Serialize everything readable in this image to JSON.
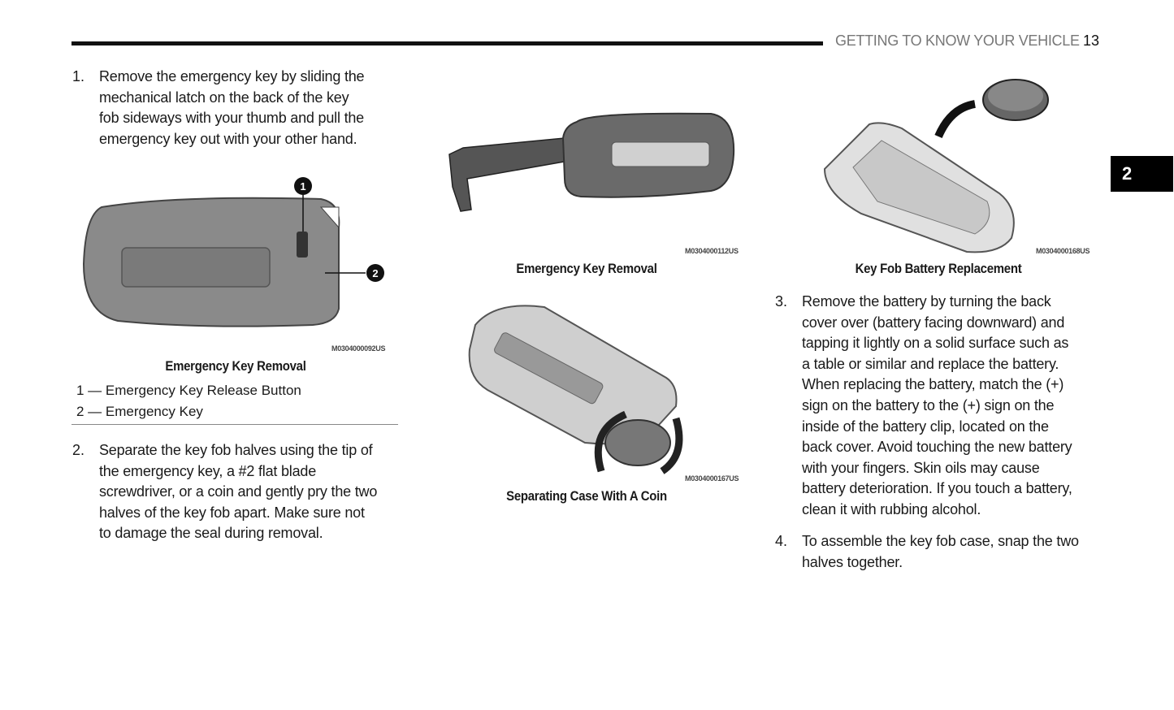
{
  "header": {
    "section_title": "GETTING TO KNOW YOUR VEHICLE",
    "page_number": "13",
    "chapter_tab": "2"
  },
  "steps": [
    {
      "number": "1.",
      "lines": [
        "Remove the emergency key by sliding the",
        "mechanical latch on the back of the key",
        "fob sideways with your thumb and pull the",
        "emergency key out with your other hand."
      ]
    },
    {
      "number": "2.",
      "lines": [
        "Separate the key fob halves using the tip of",
        "the emergency key, a #2 flat blade",
        "screwdriver, or a coin and gently pry the two",
        "halves of the key fob apart. Make sure not",
        "to damage the seal during removal."
      ]
    },
    {
      "number": "3.",
      "lines": [
        "Remove the battery by turning the back",
        "cover over (battery facing downward) and",
        "tapping it lightly on a solid surface such as",
        "a table or similar and replace the battery.",
        "When replacing the battery, match the (+)",
        "sign on the battery to the (+) sign on the",
        "inside of the battery clip, located on the",
        "back cover. Avoid touching the new battery",
        "with your fingers. Skin oils may cause",
        "battery deterioration. If you touch a battery,",
        "clean it with rubbing alcohol."
      ]
    },
    {
      "number": "4.",
      "lines": [
        "To assemble the key fob case, snap the two",
        "halves together."
      ]
    }
  ],
  "figures": [
    {
      "caption": "Emergency Key Removal",
      "code": "M0304000092US",
      "callouts": [
        "1",
        "2"
      ],
      "legend": [
        "1 — Emergency Key Release Button",
        "2 — Emergency Key"
      ]
    },
    {
      "caption": "Emergency Key Removal",
      "code": "M0304000112US"
    },
    {
      "caption": "Separating Case With A Coin",
      "code": "M0304000167US"
    },
    {
      "caption": "Key Fob Battery Replacement",
      "code": "M0304000168US"
    }
  ]
}
